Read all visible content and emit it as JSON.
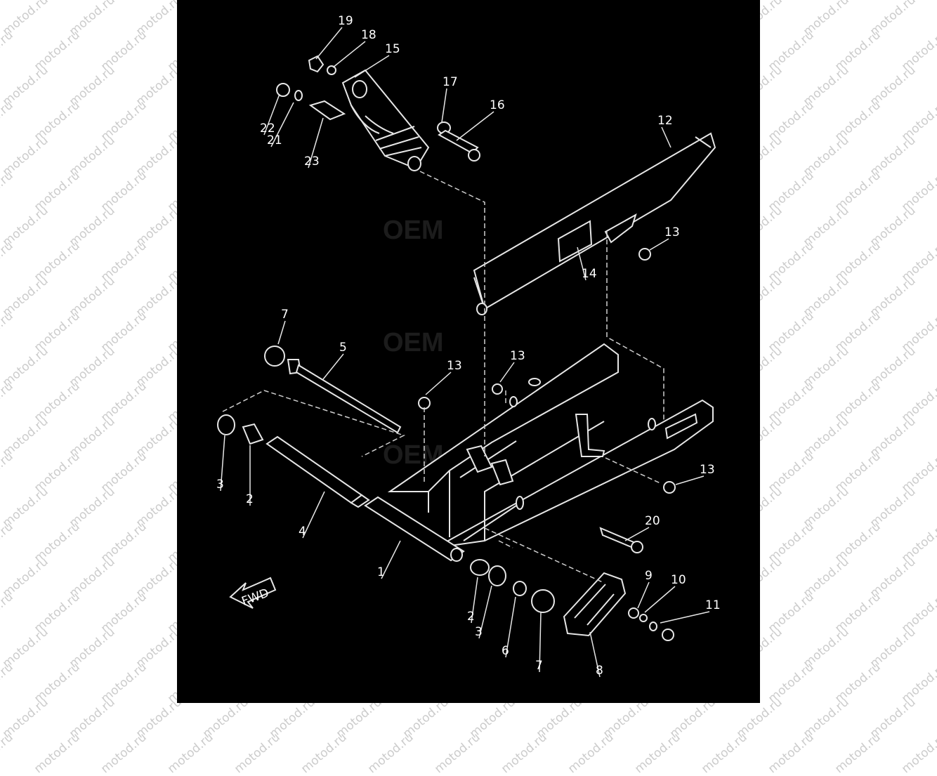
{
  "watermark": {
    "text": "motod.ru"
  },
  "ghost_text": "OEM",
  "fwd_label": "FWD",
  "callouts": [
    {
      "num": "19",
      "name": "callout-19"
    },
    {
      "num": "18",
      "name": "callout-18"
    },
    {
      "num": "15",
      "name": "callout-15"
    },
    {
      "num": "17",
      "name": "callout-17"
    },
    {
      "num": "16",
      "name": "callout-16"
    },
    {
      "num": "22",
      "name": "callout-22"
    },
    {
      "num": "21",
      "name": "callout-21"
    },
    {
      "num": "23",
      "name": "callout-23"
    },
    {
      "num": "12",
      "name": "callout-12"
    },
    {
      "num": "13",
      "name": "callout-13-upper"
    },
    {
      "num": "14",
      "name": "callout-14"
    },
    {
      "num": "7",
      "name": "callout-7-upper"
    },
    {
      "num": "5",
      "name": "callout-5"
    },
    {
      "num": "13",
      "name": "callout-13-mid-left"
    },
    {
      "num": "13",
      "name": "callout-13-mid-right"
    },
    {
      "num": "13",
      "name": "callout-13-lower"
    },
    {
      "num": "3",
      "name": "callout-3-left"
    },
    {
      "num": "2",
      "name": "callout-2-left"
    },
    {
      "num": "4",
      "name": "callout-4"
    },
    {
      "num": "1",
      "name": "callout-1"
    },
    {
      "num": "20",
      "name": "callout-20"
    },
    {
      "num": "9",
      "name": "callout-9"
    },
    {
      "num": "10",
      "name": "callout-10"
    },
    {
      "num": "11",
      "name": "callout-11"
    },
    {
      "num": "2",
      "name": "callout-2-bottom"
    },
    {
      "num": "3",
      "name": "callout-3-bottom"
    },
    {
      "num": "6",
      "name": "callout-6"
    },
    {
      "num": "7",
      "name": "callout-7-bottom"
    },
    {
      "num": "8",
      "name": "callout-8"
    }
  ]
}
